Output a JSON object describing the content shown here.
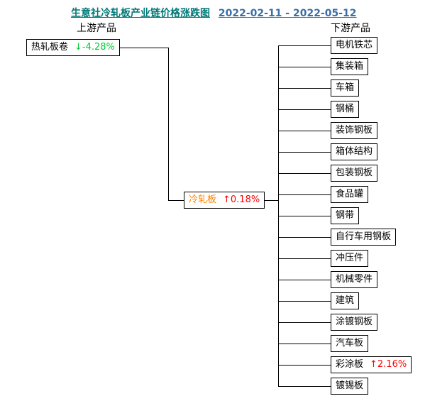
{
  "title": {
    "text": "生意社冷轧板产业链价格涨跌图",
    "date_range": "2022-02-11 - 2022-05-12"
  },
  "section_labels": {
    "upstream": "上游产品",
    "downstream": "下游产品"
  },
  "upstream_node": {
    "name": "热轧板卷",
    "change_label": "↓-4.28%",
    "direction": "down"
  },
  "center_node": {
    "name": "冷轧板",
    "change_label": "↑0.18%",
    "direction": "up"
  },
  "downstream_nodes": [
    {
      "name": "电机铁芯"
    },
    {
      "name": "集装箱"
    },
    {
      "name": "车箱"
    },
    {
      "name": "钢桶"
    },
    {
      "name": "装饰钢板"
    },
    {
      "name": "箱体结构"
    },
    {
      "name": "包装钢板"
    },
    {
      "name": "食品罐"
    },
    {
      "name": "钢带"
    },
    {
      "name": "自行车用钢板"
    },
    {
      "name": "冲压件"
    },
    {
      "name": "机械零件"
    },
    {
      "name": "建筑"
    },
    {
      "name": "涂镀钢板"
    },
    {
      "name": "汽车板"
    },
    {
      "name": "彩涂板",
      "change_label": "↑2.16%",
      "direction": "up"
    },
    {
      "name": "镀锡板"
    }
  ],
  "colors": {
    "up": "#ff0000",
    "down": "#00cc33",
    "center_node_name": "#ff8000",
    "title_text": "#007878",
    "title_date": "#3a6ea5",
    "line": "#000000",
    "node_border": "#000000",
    "node_text": "#000000",
    "background": "#ffffff"
  }
}
